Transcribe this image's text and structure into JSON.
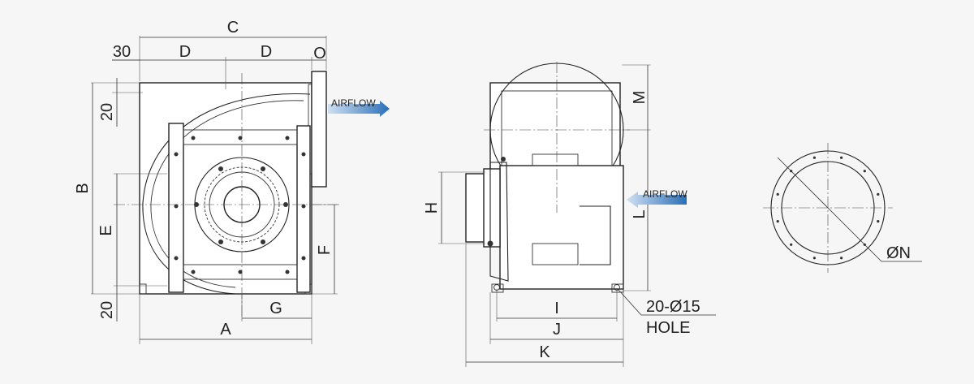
{
  "drawing": {
    "labels": {
      "A": "A",
      "B": "B",
      "C": "C",
      "D": "D",
      "E": "E",
      "F": "F",
      "G": "G",
      "H": "H",
      "I": "I",
      "J": "J",
      "K": "K",
      "L": "L",
      "M": "M",
      "N": "ØN",
      "O": "O",
      "dim_30": "30",
      "dim_20": "20"
    },
    "airflow_label": "AIRFLOW",
    "hole_note": {
      "count": "20-Ø15",
      "text": "HOLE"
    },
    "colors": {
      "arrow_dark": "#2a6fb8",
      "arrow_light": "#cfe0f2",
      "line": "#222222",
      "background": "#f6f6f6"
    }
  }
}
